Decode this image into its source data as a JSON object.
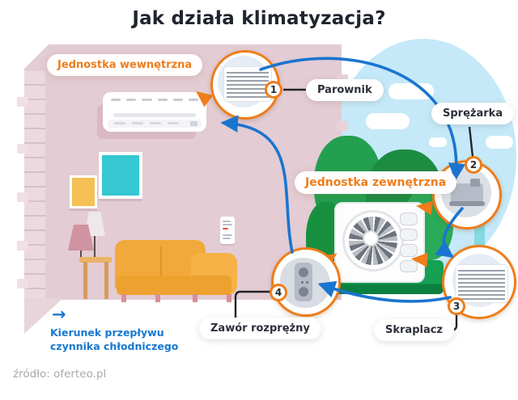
{
  "title": "Jak działa klimatyzacja?",
  "units": {
    "indoor": "Jednostka wewnętrzna",
    "outdoor": "Jednostka zewnętrzna"
  },
  "callouts": [
    {
      "number": "1",
      "label": "Parownik"
    },
    {
      "number": "2",
      "label": "Sprężarka"
    },
    {
      "number": "3",
      "label": "Skraplacz"
    },
    {
      "number": "4",
      "label": "Zawór rozprężny"
    }
  ],
  "legend": {
    "arrow": "→",
    "line1": "Kierunek przepływu",
    "line2": "czynnika chłodniczego"
  },
  "source": "źródło: oferteo.pl",
  "colors": {
    "accent_orange": "#ee7d1a",
    "flow_blue": "#1b75d0",
    "legend_blue": "#1778cf",
    "wall_pink": "#e3ccd3",
    "sky_blue": "#c5e9f8",
    "bush_green": "#1d8c43",
    "couch_yellow": "#f2a93b",
    "picture_teal": "#35c8d2",
    "picture_yellow": "#f5c155"
  }
}
